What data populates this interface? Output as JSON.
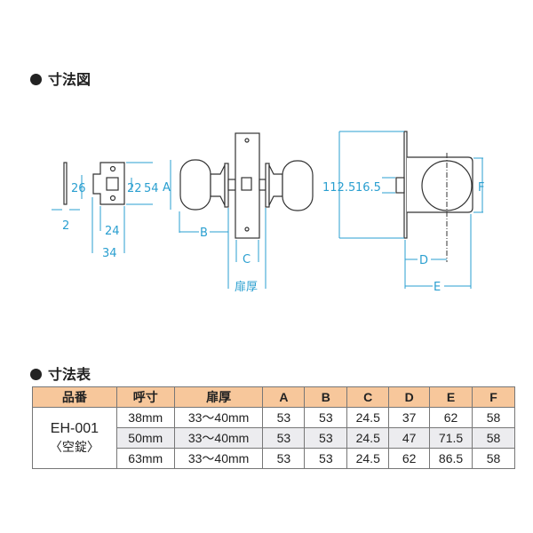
{
  "diagram": {
    "heading": "寸法図",
    "labels": {
      "d26": "26",
      "d22": "22",
      "d54": "54",
      "d2": "2",
      "d24": "24",
      "d34": "34",
      "A": "A",
      "B": "B",
      "C": "C",
      "door": "扉厚",
      "d112": "112.5",
      "d16": "16.5",
      "D": "D",
      "E": "E",
      "F": "F"
    }
  },
  "table": {
    "heading": "寸法表",
    "headers": [
      "品番",
      "呼寸",
      "扉厚",
      "A",
      "B",
      "C",
      "D",
      "E",
      "F"
    ],
    "model": "EH-001",
    "model_sub": "〈空錠〉",
    "rows": [
      [
        "38mm",
        "33〜40mm",
        "53",
        "53",
        "24.5",
        "37",
        "62",
        "58"
      ],
      [
        "50mm",
        "33〜40mm",
        "53",
        "53",
        "24.5",
        "47",
        "71.5",
        "58"
      ],
      [
        "63mm",
        "33〜40mm",
        "53",
        "53",
        "24.5",
        "62",
        "86.5",
        "58"
      ]
    ]
  },
  "colors": {
    "dimension": "#2a9fd0",
    "header": "#f7c79b",
    "alt_row": "#ececef"
  }
}
